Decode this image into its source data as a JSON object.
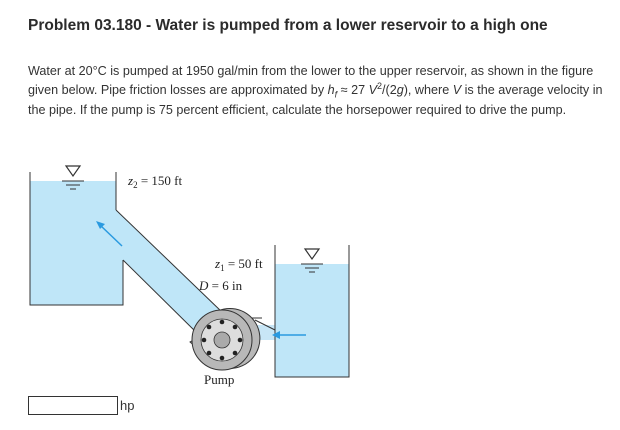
{
  "problem": {
    "title": "Problem 03.180 - Water is pumped from a lower reservoir to a high one",
    "text": {
      "part1": "Water at 20°C is pumped at 1950 gal/min from the lower to the upper reservoir, as shown in the figure given below. Pipe friction losses are approximated by ",
      "hf_h": "h",
      "hf_sub": "f",
      "part2": " ≈ 27 ",
      "v_var": "V",
      "v_sup": "2",
      "part3": "/(2",
      "g_var": "g",
      "part4": "), where ",
      "v_var2": "V",
      "part5": " is the average velocity in the pipe. If the pump is 75 percent efficient, calculate the horsepower required to drive the pump."
    }
  },
  "figure": {
    "z2": {
      "var": "z",
      "sub": "2",
      "rest": " = 150 ft"
    },
    "z1": {
      "var": "z",
      "sub": "1",
      "rest": " = 50 ft"
    },
    "diameter": {
      "var": "D",
      "rest": " = 6 in"
    },
    "pump_label": "Pump",
    "colors": {
      "water": "#bfe6f8",
      "pipe": "#c8e6f6",
      "arrow": "#2a9ae0",
      "pump_body": "#b8b8b8",
      "pump_ring": "#dddddd",
      "stroke": "#333333"
    }
  },
  "answer": {
    "value": "",
    "unit": "hp"
  }
}
